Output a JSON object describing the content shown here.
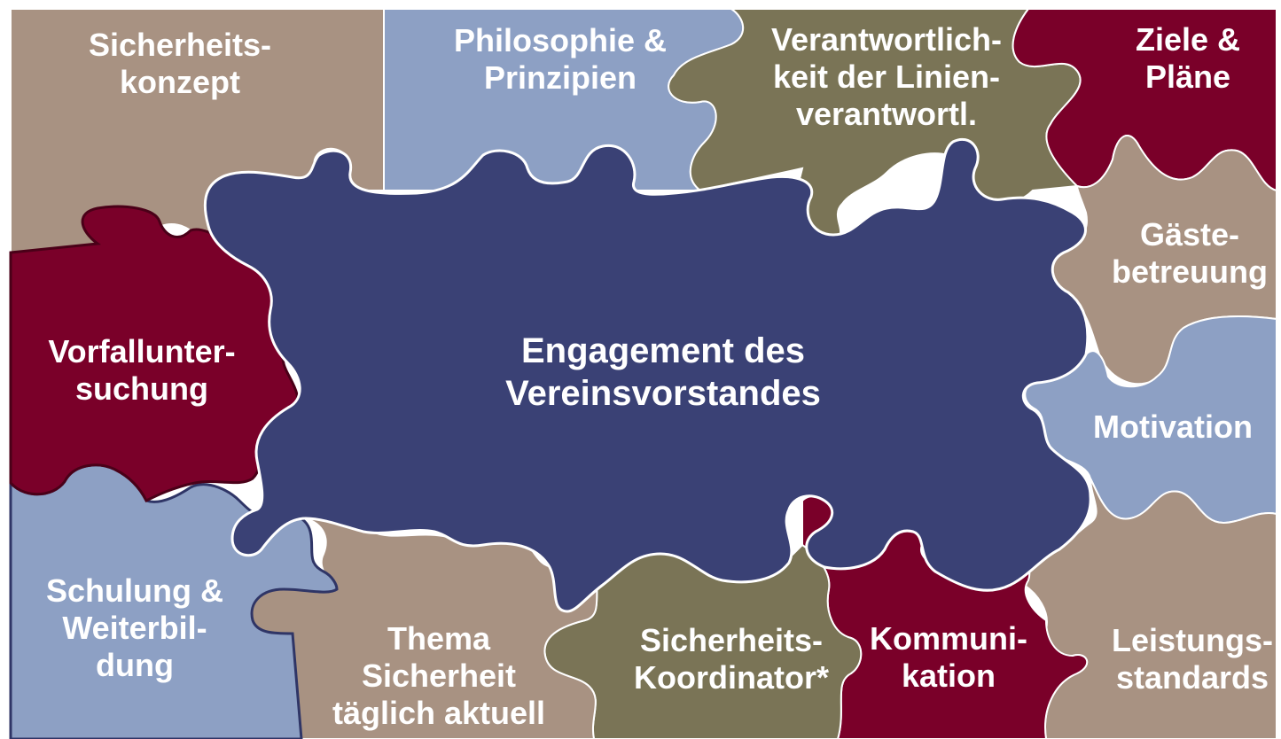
{
  "colors": {
    "tan": "#a89282",
    "periwinkle": "#8da0c4",
    "olive": "#7a7456",
    "maroon": "#7a0029",
    "navy": "#3a4175",
    "text": "#ffffff"
  },
  "center": {
    "line1": "Engagement des",
    "line2": "Vereinsvorstandes"
  },
  "pieces": {
    "sicherheitskonzept": {
      "line1": "Sicherheits-",
      "line2": "konzept"
    },
    "philosophie": {
      "line1": "Philosophie &",
      "line2": "Prinzipien"
    },
    "verantwortlichkeit": {
      "line1": "Verantwortlich-",
      "line2": "keit der Linien-",
      "line3": "verantwortl."
    },
    "ziele": {
      "line1": "Ziele &",
      "line2": "Pläne"
    },
    "gaestebetreuung": {
      "line1": "Gäste-",
      "line2": "betreuung"
    },
    "motivation": {
      "line1": "Motivation"
    },
    "vorfall": {
      "line1": "Vorfallunter-",
      "line2": "suchung"
    },
    "schulung": {
      "line1": "Schulung &",
      "line2": "Weiterbil-",
      "line3": "dung"
    },
    "thema": {
      "line1": "Thema",
      "line2": "Sicherheit",
      "line3": "täglich aktuell"
    },
    "koordinator": {
      "line1": "Sicherheits-",
      "line2": "Koordinator*"
    },
    "kommunikation": {
      "line1": "Kommuni-",
      "line2": "kation"
    },
    "leistungsstandards": {
      "line1": "Leistungs-",
      "line2": "standards"
    }
  }
}
